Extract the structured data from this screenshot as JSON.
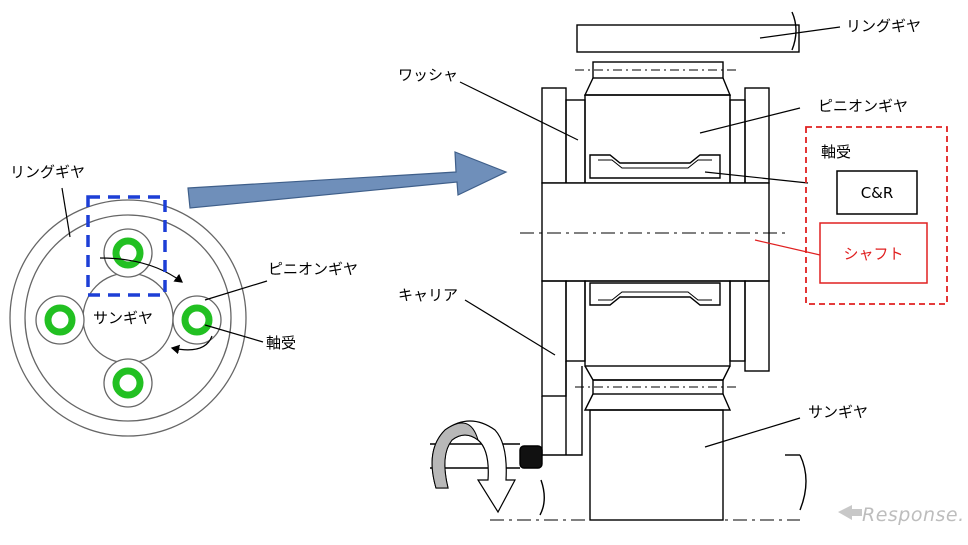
{
  "labels": {
    "left_ring_gear": "リングギヤ",
    "left_pinion_gear": "ピニオンギヤ",
    "left_sun_gear": "サンギヤ",
    "left_bearing": "軸受",
    "right_ring_gear": "リングギヤ",
    "washer": "ワッシャ",
    "right_pinion_gear": "ピニオンギヤ",
    "bearing_group": "軸受",
    "cr": "C&R",
    "shaft": "シャフト",
    "carrier": "キャリア",
    "right_sun_gear": "サンギヤ"
  },
  "watermark": "Response.",
  "colors": {
    "bearing_ring": "#22c022",
    "highlight_blue": "#1d3fd6",
    "arrow_fill": "#6f8fba",
    "shaft_red": "#e02020",
    "outline": "#000000"
  }
}
